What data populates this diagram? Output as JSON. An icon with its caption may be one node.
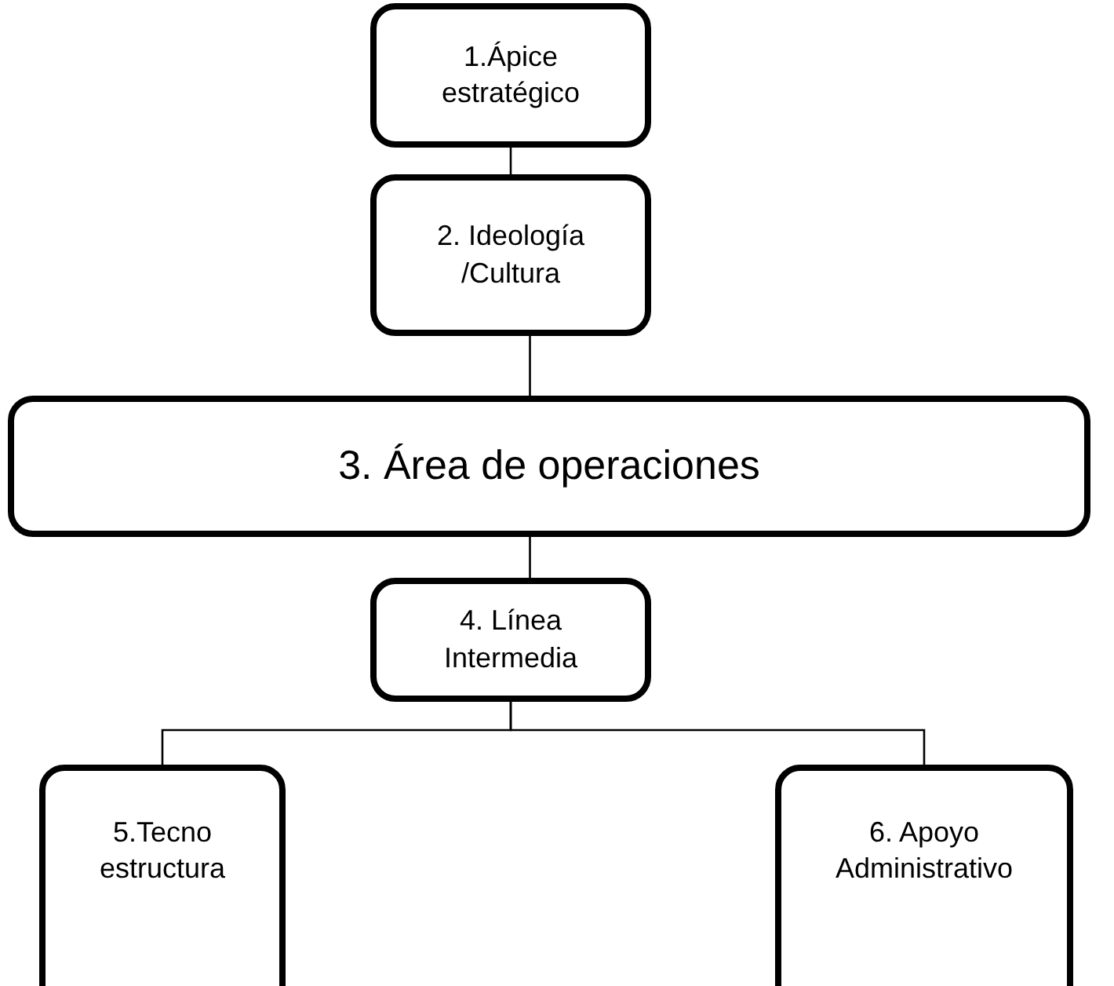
{
  "diagram": {
    "nodes": [
      {
        "text": [
          "1.Ápice estratégico"
        ]
      },
      {
        "text": [
          "2. Ideología /Cultura"
        ]
      },
      {
        "text": [
          "3. Área de operaciones"
        ]
      },
      {
        "text": [
          "4. Línea Intermedia"
        ]
      },
      {
        "text": [
          "5.Tecno estructura"
        ]
      },
      {
        "text": [
          "6. Apoyo Administrativo"
        ]
      }
    ],
    "edges": [
      {
        "from": 0,
        "to": 1,
        "arrow": "none"
      },
      {
        "from": 1,
        "to": 2,
        "arrow": "none"
      },
      {
        "from": 2,
        "to": 3,
        "arrow": "none"
      },
      {
        "from": 3,
        "to": 4,
        "arrow": "none"
      },
      {
        "from": 3,
        "to": 5,
        "arrow": "none"
      }
    ]
  }
}
